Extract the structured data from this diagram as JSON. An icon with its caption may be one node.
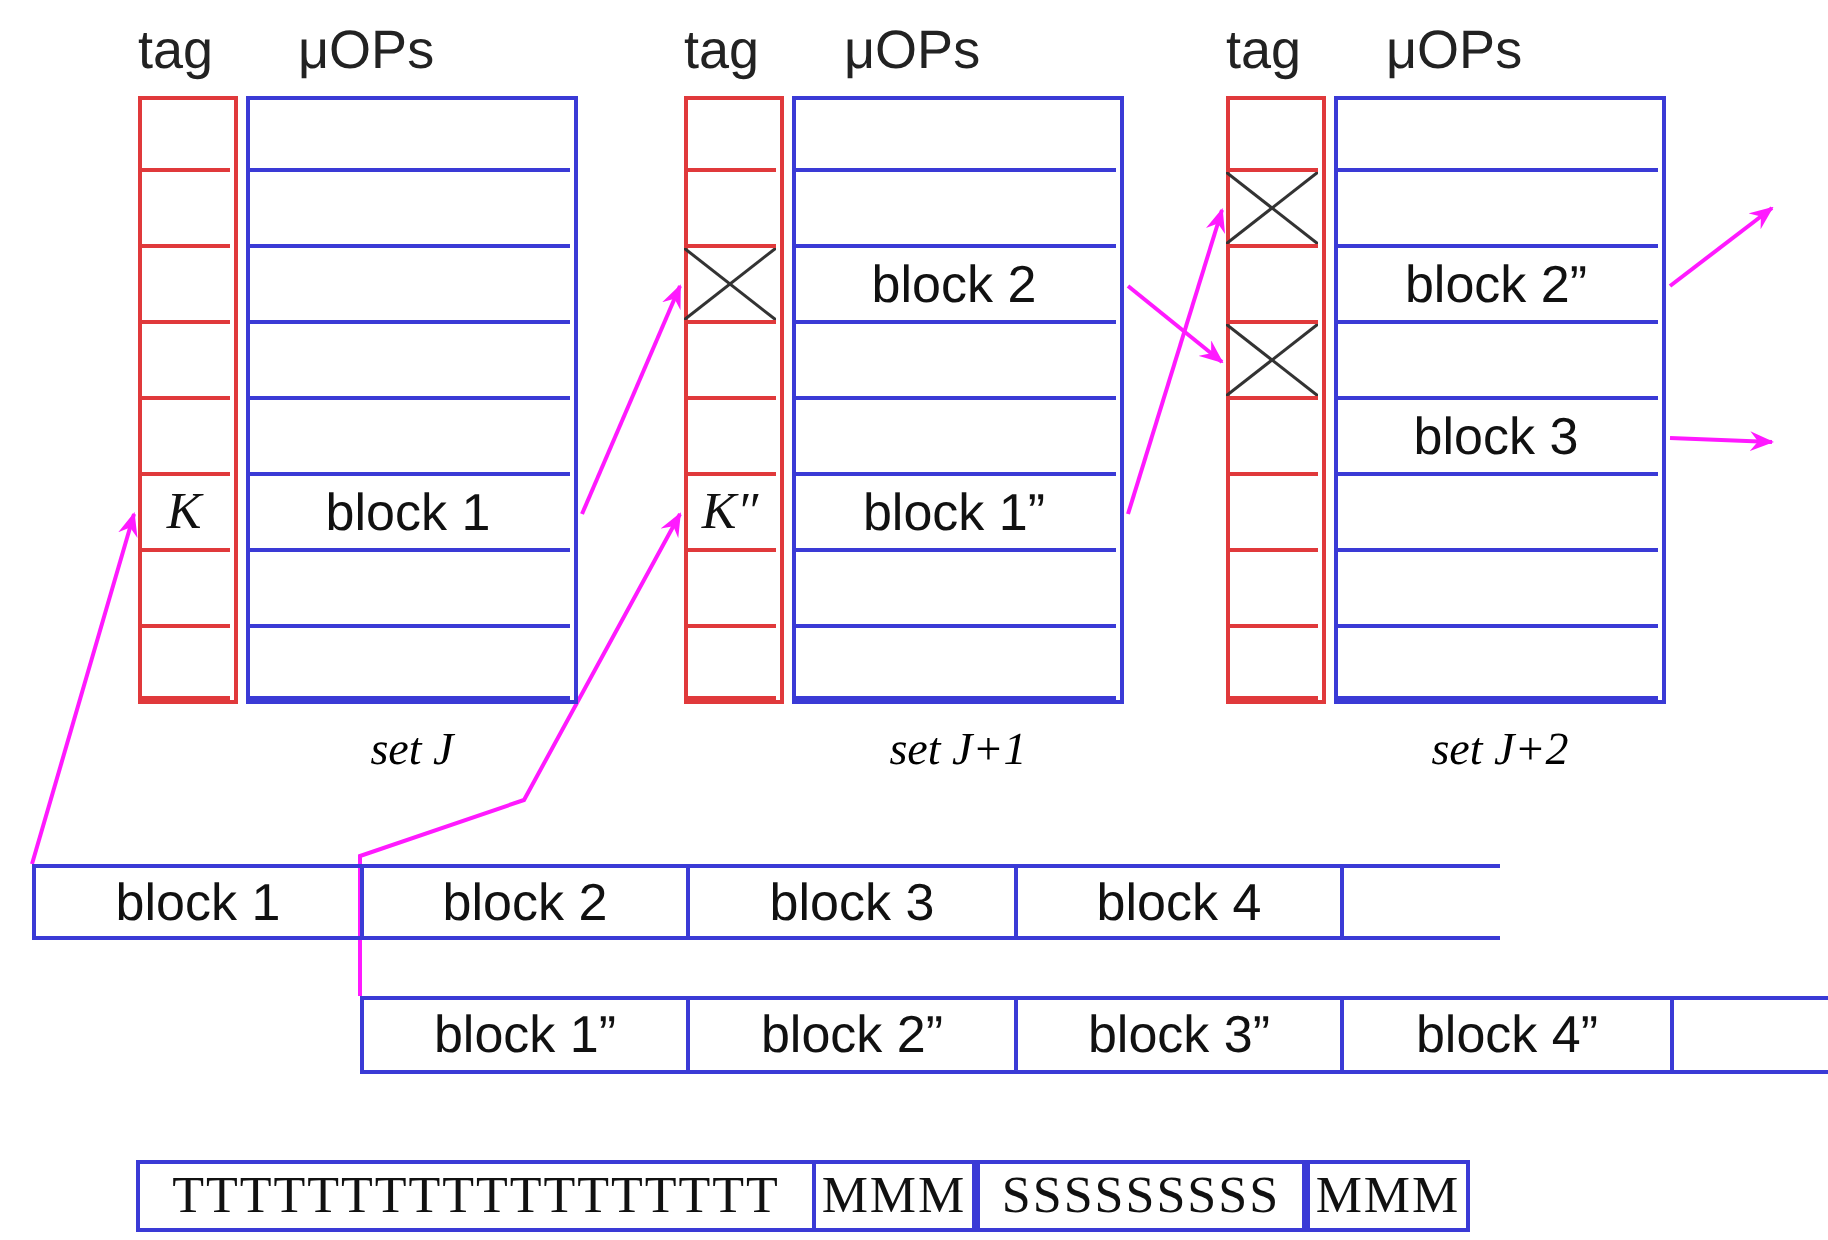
{
  "diagram": {
    "nodes": [
      {
        "text": [
          "tag"
        ]
      },
      {
        "text": [],
        "shape": "box",
        "in": 0
      },
      {
        "text": [],
        "shape": "box",
        "in": 0
      },
      {
        "text": [],
        "shape": "box",
        "in": 0
      },
      {
        "text": [],
        "shape": "box",
        "in": 0
      },
      {
        "text": [],
        "shape": "box",
        "in": 0
      },
      {
        "text": [
          "K"
        ],
        "in": 0
      },
      {
        "text": [],
        "shape": "box",
        "in": 0
      },
      {
        "text": [],
        "shape": "box",
        "in": 0
      },
      {
        "text": [
          "μOPs"
        ]
      },
      {
        "text": [],
        "shape": "box",
        "in": 9
      },
      {
        "text": [],
        "shape": "box",
        "in": 9
      },
      {
        "text": [],
        "shape": "box",
        "in": 9
      },
      {
        "text": [],
        "shape": "box",
        "in": 9
      },
      {
        "text": [],
        "shape": "box",
        "in": 9
      },
      {
        "text": [
          "block 1"
        ],
        "in": 9
      },
      {
        "text": [],
        "shape": "box",
        "in": 9
      },
      {
        "text": [],
        "shape": "box",
        "in": 9
      },
      {
        "text": [
          "tag"
        ]
      },
      {
        "text": [],
        "shape": "box",
        "in": 18
      },
      {
        "text": [],
        "shape": "box",
        "in": 18
      },
      {
        "text": [],
        "shape": "cross",
        "in": 18
      },
      {
        "text": [],
        "shape": "box",
        "in": 18
      },
      {
        "text": [],
        "shape": "box",
        "in": 18
      },
      {
        "text": [
          "K″"
        ],
        "in": 18
      },
      {
        "text": [],
        "shape": "box",
        "in": 18
      },
      {
        "text": [],
        "shape": "box",
        "in": 18
      },
      {
        "text": [
          "μOPs"
        ]
      },
      {
        "text": [],
        "shape": "box",
        "in": 27
      },
      {
        "text": [],
        "shape": "box",
        "in": 27
      },
      {
        "text": [
          "block 2"
        ],
        "in": 27
      },
      {
        "text": [],
        "shape": "box",
        "in": 27
      },
      {
        "text": [],
        "shape": "box",
        "in": 27
      },
      {
        "text": [
          "block 1”"
        ],
        "in": 27
      },
      {
        "text": [],
        "shape": "box",
        "in": 27
      },
      {
        "text": [],
        "shape": "box",
        "in": 27
      },
      {
        "text": [
          "tag"
        ]
      },
      {
        "text": [],
        "shape": "box",
        "in": 36
      },
      {
        "text": [],
        "shape": "cross",
        "in": 36
      },
      {
        "text": [],
        "shape": "box",
        "in": 36
      },
      {
        "text": [],
        "shape": "cross",
        "in": 36
      },
      {
        "text": [],
        "shape": "box",
        "in": 36
      },
      {
        "text": [],
        "shape": "box",
        "in": 36
      },
      {
        "text": [],
        "shape": "box",
        "in": 36
      },
      {
        "text": [],
        "shape": "box",
        "in": 36
      },
      {
        "text": [
          "μOPs"
        ]
      },
      {
        "text": [],
        "shape": "box",
        "in": 45
      },
      {
        "text": [],
        "shape": "box",
        "in": 45
      },
      {
        "text": [
          "block 2”"
        ],
        "in": 45
      },
      {
        "text": [],
        "shape": "box",
        "in": 45
      },
      {
        "text": [
          "block 3"
        ],
        "in": 45
      },
      {
        "text": [],
        "shape": "box",
        "in": 45
      },
      {
        "text": [],
        "shape": "box",
        "in": 45
      },
      {
        "text": [],
        "shape": "box",
        "in": 45
      },
      {
        "text": [
          "block 1"
        ]
      },
      {
        "text": [
          "block 2"
        ]
      },
      {
        "text": [
          "block 3"
        ]
      },
      {
        "text": [
          "block 4"
        ]
      },
      {
        "text": [],
        "shape": "box"
      },
      {
        "text": [
          "block 1”"
        ]
      },
      {
        "text": [
          "block 2”"
        ]
      },
      {
        "text": [
          "block 3”"
        ]
      },
      {
        "text": [
          "block 4”"
        ]
      },
      {
        "text": [],
        "shape": "box"
      },
      {
        "text": [
          "TTTTTTTTTTTTTTTTTT"
        ]
      },
      {
        "text": [
          "MMM"
        ]
      },
      {
        "text": [
          "SSSSSSSSS"
        ]
      },
      {
        "text": [
          "MMM"
        ]
      }
    ],
    "edges": [
      {
        "from": 54,
        "to": 6,
        "arrow": "to"
      },
      {
        "from": 15,
        "to": 21,
        "arrow": "to"
      },
      {
        "from": 59,
        "to": 24,
        "arrow": "to"
      },
      {
        "from": 30,
        "to": 40,
        "arrow": "to"
      },
      {
        "from": 33,
        "to": 38,
        "arrow": "to"
      },
      {
        "from": 48,
        "to": null,
        "arrow": "to"
      },
      {
        "from": 50,
        "to": null,
        "arrow": "to"
      }
    ],
    "labels": [
      "set J",
      "set J+1",
      "set J+2"
    ]
  }
}
